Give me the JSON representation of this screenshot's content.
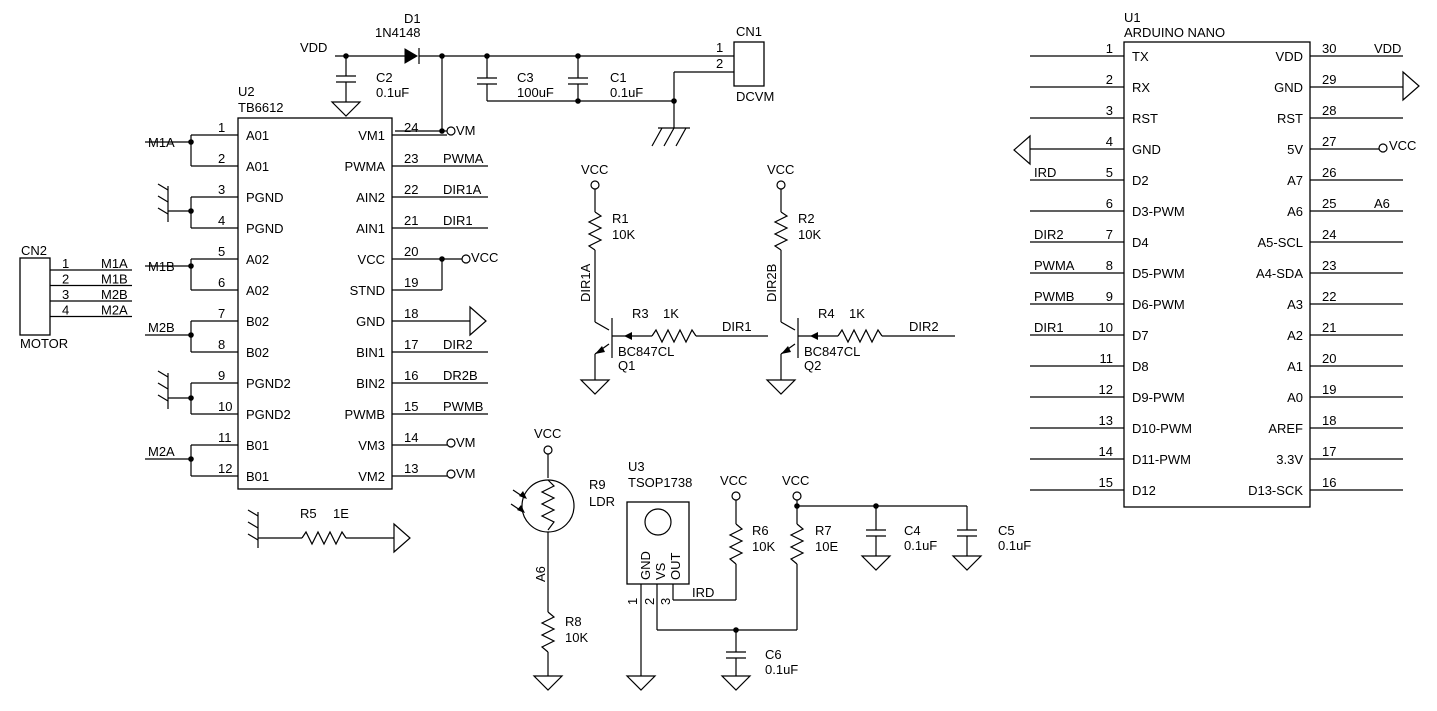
{
  "d1": {
    "ref": "D1",
    "value": "1N4148"
  },
  "vdd_label": "VDD",
  "c1": {
    "ref": "C1",
    "value": "0.1uF"
  },
  "c2": {
    "ref": "C2",
    "value": "0.1uF"
  },
  "c3": {
    "ref": "C3",
    "value": "100uF"
  },
  "c4": {
    "ref": "C4",
    "value": "0.1uF"
  },
  "c5": {
    "ref": "C5",
    "value": "0.1uF"
  },
  "c6": {
    "ref": "C6",
    "value": "0.1uF"
  },
  "cn1": {
    "ref": "CN1",
    "name": "DCVM",
    "pins": [
      "1",
      "2"
    ]
  },
  "cn2": {
    "ref": "CN2",
    "name": "MOTOR",
    "pins": [
      {
        "num": "1",
        "net": "M1A"
      },
      {
        "num": "2",
        "net": "M1B"
      },
      {
        "num": "3",
        "net": "M2B"
      },
      {
        "num": "4",
        "net": "M2A"
      }
    ]
  },
  "u2": {
    "ref": "U2",
    "name": "TB6612",
    "left": [
      {
        "num": "1",
        "name": "A01"
      },
      {
        "num": "2",
        "name": "A01"
      },
      {
        "num": "3",
        "name": "PGND"
      },
      {
        "num": "4",
        "name": "PGND"
      },
      {
        "num": "5",
        "name": "A02"
      },
      {
        "num": "6",
        "name": "A02"
      },
      {
        "num": "7",
        "name": "B02"
      },
      {
        "num": "8",
        "name": "B02"
      },
      {
        "num": "9",
        "name": "PGND2"
      },
      {
        "num": "10",
        "name": "PGND2"
      },
      {
        "num": "11",
        "name": "B01"
      },
      {
        "num": "12",
        "name": "B01"
      }
    ],
    "right": [
      {
        "num": "24",
        "name": "VM1",
        "net": "VM"
      },
      {
        "num": "23",
        "name": "PWMA",
        "net": "PWMA"
      },
      {
        "num": "22",
        "name": "AIN2",
        "net": "DIR1A"
      },
      {
        "num": "21",
        "name": "AIN1",
        "net": "DIR1"
      },
      {
        "num": "20",
        "name": "VCC",
        "net": "VCC"
      },
      {
        "num": "19",
        "name": "STND",
        "net": ""
      },
      {
        "num": "18",
        "name": "GND",
        "net": ""
      },
      {
        "num": "17",
        "name": "BIN1",
        "net": "DIR2"
      },
      {
        "num": "16",
        "name": "BIN2",
        "net": "DR2B"
      },
      {
        "num": "15",
        "name": "PWMB",
        "net": "PWMB"
      },
      {
        "num": "14",
        "name": "VM3",
        "net": "VM"
      },
      {
        "num": "13",
        "name": "VM2",
        "net": "VM"
      }
    ],
    "left_nets": [
      "M1A",
      "M1B",
      "M2B",
      "M2A"
    ]
  },
  "r1": {
    "ref": "R1",
    "value": "10K"
  },
  "r2": {
    "ref": "R2",
    "value": "10K"
  },
  "r3": {
    "ref": "R3",
    "value": "1K"
  },
  "r4": {
    "ref": "R4",
    "value": "1K"
  },
  "r5": {
    "ref": "R5",
    "value": "1E"
  },
  "r6": {
    "ref": "R6",
    "value": "10K"
  },
  "r7": {
    "ref": "R7",
    "value": "10E"
  },
  "r8": {
    "ref": "R8",
    "value": "10K"
  },
  "r9": {
    "ref": "R9",
    "value": "LDR"
  },
  "q1": {
    "ref": "Q1",
    "value": "BC847CL",
    "base_net": "DIR1",
    "collector_net": "DIR1A"
  },
  "q2": {
    "ref": "Q2",
    "value": "BC847CL",
    "base_net": "DIR2",
    "collector_net": "DIR2B"
  },
  "vcc_label": "VCC",
  "a6_label": "A6",
  "ird_label": "IRD",
  "u3": {
    "ref": "U3",
    "name": "TSOP1738",
    "pins": [
      {
        "num": "1",
        "name": "GND"
      },
      {
        "num": "2",
        "name": "VS"
      },
      {
        "num": "3",
        "name": "OUT"
      }
    ]
  },
  "u1": {
    "ref": "U1",
    "name": "ARDUINO NANO",
    "left": [
      {
        "num": "1",
        "name": "TX",
        "net": ""
      },
      {
        "num": "2",
        "name": "RX",
        "net": ""
      },
      {
        "num": "3",
        "name": "RST",
        "net": ""
      },
      {
        "num": "4",
        "name": "GND",
        "net": ""
      },
      {
        "num": "5",
        "name": "D2",
        "net": "IRD"
      },
      {
        "num": "6",
        "name": "D3-PWM",
        "net": ""
      },
      {
        "num": "7",
        "name": "D4",
        "net": "DIR2"
      },
      {
        "num": "8",
        "name": "D5-PWM",
        "net": "PWMA"
      },
      {
        "num": "9",
        "name": "D6-PWM",
        "net": "PWMB"
      },
      {
        "num": "10",
        "name": "D7",
        "net": "DIR1"
      },
      {
        "num": "11",
        "name": "D8",
        "net": ""
      },
      {
        "num": "12",
        "name": "D9-PWM",
        "net": ""
      },
      {
        "num": "13",
        "name": "D10-PWM",
        "net": ""
      },
      {
        "num": "14",
        "name": "D11-PWM",
        "net": ""
      },
      {
        "num": "15",
        "name": "D12",
        "net": ""
      }
    ],
    "right": [
      {
        "num": "30",
        "name": "VDD",
        "net": "VDD"
      },
      {
        "num": "29",
        "name": "GND",
        "net": ""
      },
      {
        "num": "28",
        "name": "RST",
        "net": ""
      },
      {
        "num": "27",
        "name": "5V",
        "net": "VCC"
      },
      {
        "num": "26",
        "name": "A7",
        "net": ""
      },
      {
        "num": "25",
        "name": "A6",
        "net": "A6"
      },
      {
        "num": "24",
        "name": "A5-SCL",
        "net": ""
      },
      {
        "num": "23",
        "name": "A4-SDA",
        "net": ""
      },
      {
        "num": "22",
        "name": "A3",
        "net": ""
      },
      {
        "num": "21",
        "name": "A2",
        "net": ""
      },
      {
        "num": "20",
        "name": "A1",
        "net": ""
      },
      {
        "num": "19",
        "name": "A0",
        "net": ""
      },
      {
        "num": "18",
        "name": "AREF",
        "net": ""
      },
      {
        "num": "17",
        "name": "3.3V",
        "net": ""
      },
      {
        "num": "16",
        "name": "D13-SCK",
        "net": ""
      }
    ]
  }
}
